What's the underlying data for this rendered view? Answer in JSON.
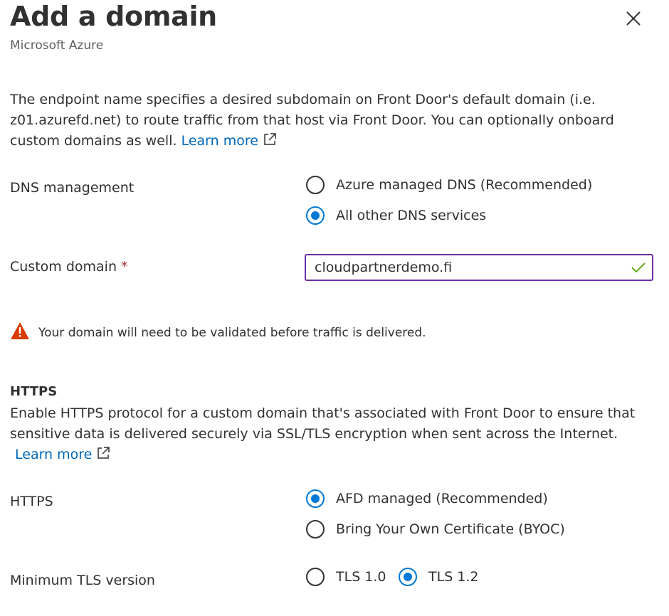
{
  "header": {
    "title": "Add a domain",
    "subtitle": "Microsoft Azure",
    "close_icon": "close-icon"
  },
  "intro": {
    "text": "The endpoint name specifies a desired subdomain on Front Door's default domain (i.e. z01.azurefd.net) to route traffic from that host via Front Door. You can optionally onboard custom domains as well.",
    "learn_more": "Learn more",
    "learn_more_icon": "external-link-icon"
  },
  "dns_management": {
    "label": "DNS management",
    "options": [
      {
        "label": "Azure managed DNS (Recommended)",
        "selected": false
      },
      {
        "label": "All other DNS services",
        "selected": true
      }
    ]
  },
  "custom_domain": {
    "label": "Custom domain",
    "required_marker": "*",
    "value": "cloudpartnerdemo.fi",
    "valid_icon": "checkmark-icon"
  },
  "warning": {
    "icon": "warning-icon",
    "text": "Your domain will need to be validated before traffic is delivered."
  },
  "https_section": {
    "title": "HTTPS",
    "description": "Enable HTTPS protocol for a custom domain that's associated with Front Door to ensure that sensitive data is delivered securely via SSL/TLS encryption when sent across the Internet.",
    "learn_more": "Learn more",
    "learn_more_icon": "external-link-icon"
  },
  "https": {
    "label": "HTTPS",
    "options": [
      {
        "label": "AFD managed (Recommended)",
        "selected": true
      },
      {
        "label": "Bring Your Own Certificate (BYOC)",
        "selected": false
      }
    ]
  },
  "tls": {
    "label": "Minimum TLS version",
    "options": [
      {
        "label": "TLS 1.0",
        "selected": false
      },
      {
        "label": "TLS 1.2",
        "selected": true
      }
    ]
  },
  "colors": {
    "accent": "#0078d4",
    "link": "#0067b8",
    "input_border_focus": "#6b2fa6",
    "valid_check": "#57a300",
    "warning": "#d83b01",
    "required": "#a4262c"
  }
}
